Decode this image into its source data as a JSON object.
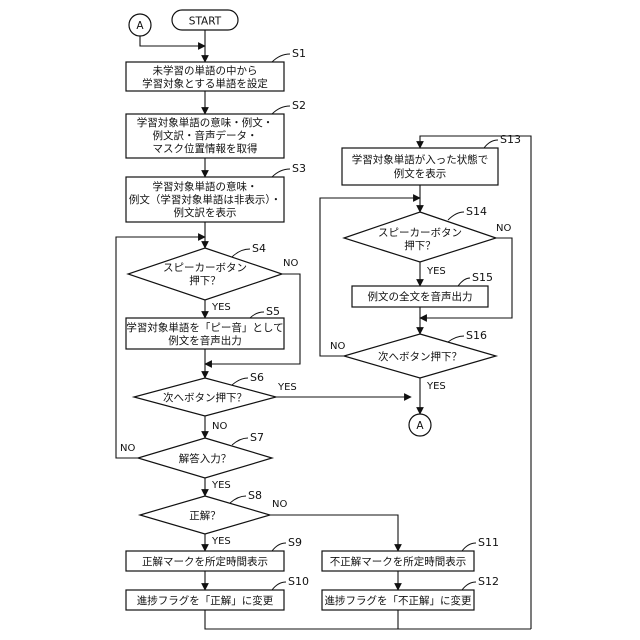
{
  "nodes": {
    "start": {
      "lines": [
        "START"
      ]
    },
    "connector_a_top": {
      "lines": [
        "A"
      ]
    },
    "connector_a_mid": {
      "lines": [
        "A"
      ]
    },
    "s1": {
      "lines": [
        "未学習の単語の中から",
        "学習対象とする単語を設定"
      ]
    },
    "s2": {
      "lines": [
        "学習対象単語の意味・例文・",
        "例文訳・音声データ・",
        "マスク位置情報を取得"
      ]
    },
    "s3": {
      "lines": [
        "学習対象単語の意味・",
        "例文（学習対象単語は非表示）・",
        "例文訳を表示"
      ]
    },
    "s4": {
      "lines": [
        "スピーカーボタン",
        "押下？"
      ]
    },
    "s5": {
      "lines": [
        "学習対象単語を「ピー音」として",
        "例文を音声出力"
      ]
    },
    "s6": {
      "lines": [
        "次へボタン押下？"
      ]
    },
    "s7": {
      "lines": [
        "解答入力？"
      ]
    },
    "s8": {
      "lines": [
        "正解？"
      ]
    },
    "s9": {
      "lines": [
        "正解マークを所定時間表示"
      ]
    },
    "s10": {
      "lines": [
        "進捗フラグを「正解」に変更"
      ]
    },
    "s11": {
      "lines": [
        "不正解マークを所定時間表示"
      ]
    },
    "s12": {
      "lines": [
        "進捗フラグを「不正解」に変更"
      ]
    },
    "s13": {
      "lines": [
        "学習対象単語が入った状態で",
        "例文を表示"
      ]
    },
    "s14": {
      "lines": [
        "スピーカーボタン",
        "押下？"
      ]
    },
    "s15": {
      "lines": [
        "例文の全文を音声出力"
      ]
    },
    "s16": {
      "lines": [
        "次へボタン押下？"
      ]
    }
  },
  "step_labels": {
    "s1": "S1",
    "s2": "S2",
    "s3": "S3",
    "s4": "S4",
    "s5": "S5",
    "s6": "S6",
    "s7": "S7",
    "s8": "S8",
    "s9": "S9",
    "s10": "S10",
    "s11": "S11",
    "s12": "S12",
    "s13": "S13",
    "s14": "S14",
    "s15": "S15",
    "s16": "S16"
  },
  "branch_labels": {
    "s4_yes": "YES",
    "s4_no": "NO",
    "s6_yes": "YES",
    "s6_no": "NO",
    "s7_yes": "YES",
    "s7_no": "NO",
    "s8_yes": "YES",
    "s8_no": "NO",
    "s14_yes": "YES",
    "s14_no": "NO",
    "s16_yes": "YES",
    "s16_no": "NO"
  }
}
